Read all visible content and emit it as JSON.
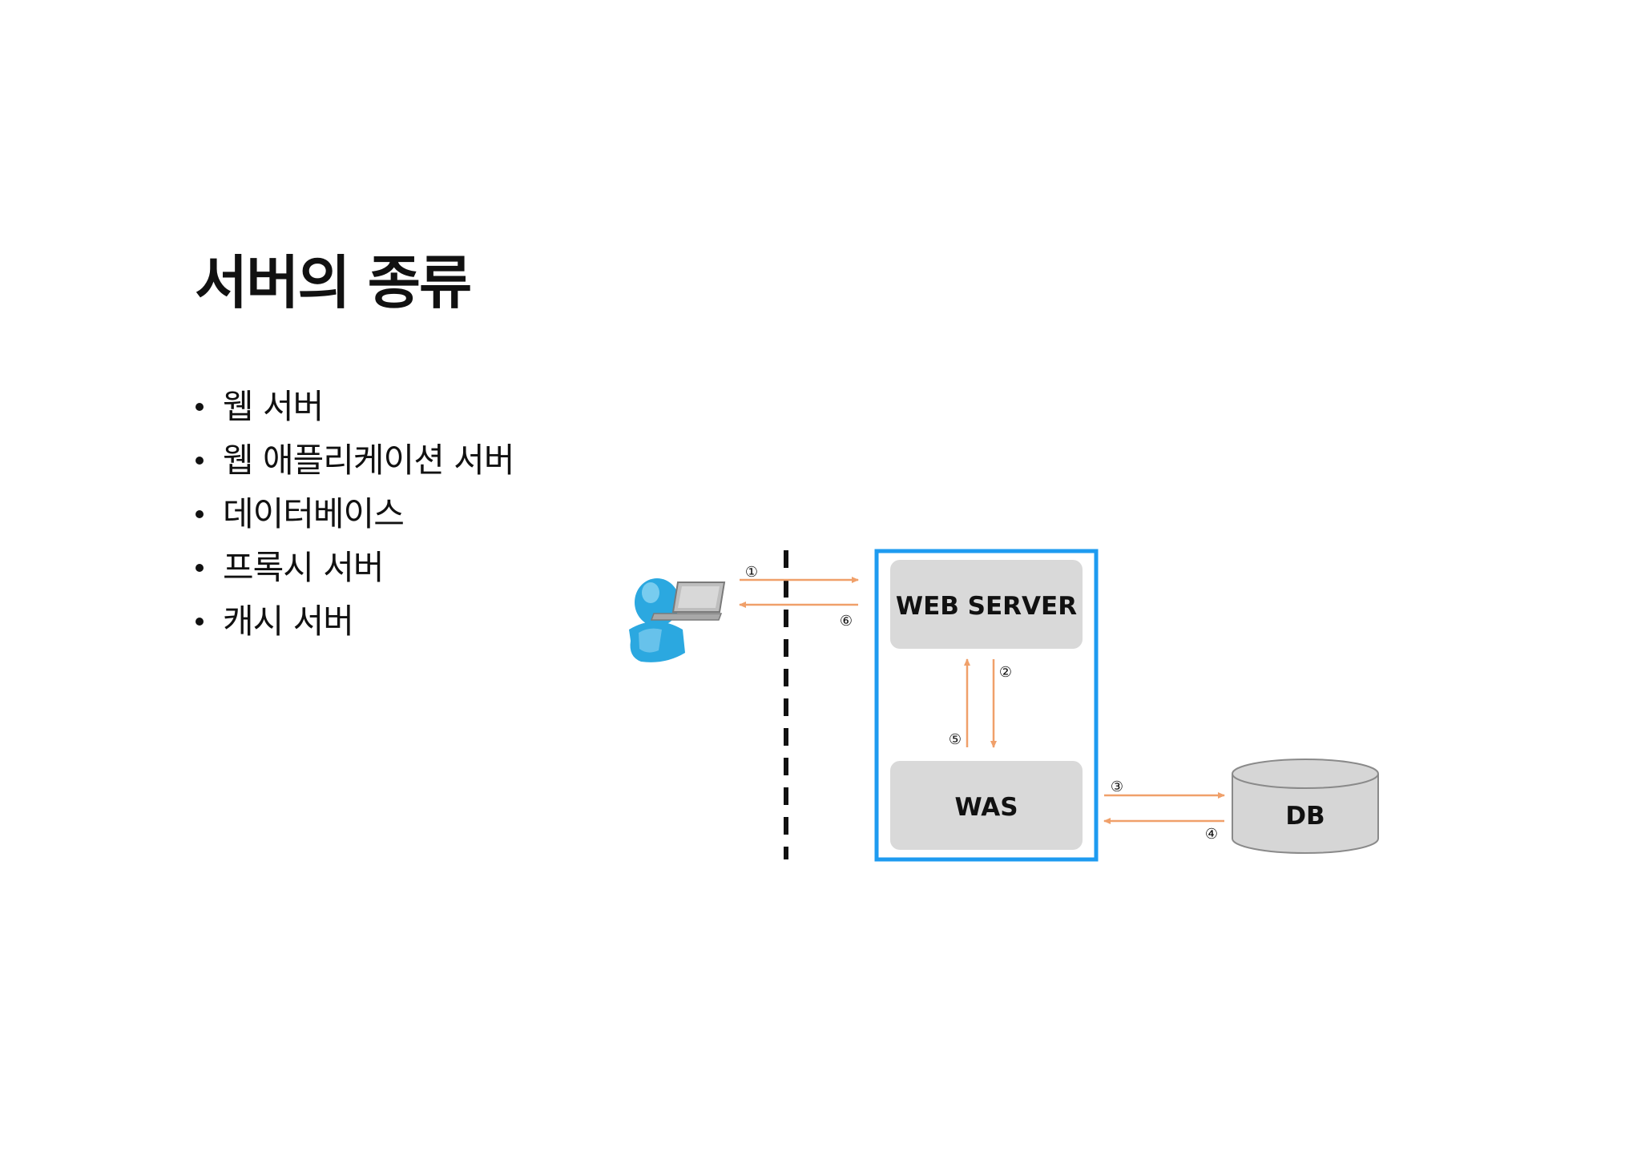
{
  "slide": {
    "title": "서버의 종류",
    "bullets": [
      "웹 서버",
      "웹 애플리케이션 서버",
      "데이터베이스",
      "프록시 서버",
      "캐시 서버"
    ]
  },
  "diagram": {
    "web_server_label": "WEB SERVER",
    "was_label": "WAS",
    "db_label": "DB",
    "steps": {
      "s1": "①",
      "s2": "②",
      "s3": "③",
      "s4": "④",
      "s5": "⑤",
      "s6": "⑥"
    },
    "colors": {
      "arrow": "#F0A06A",
      "server_frame": "#1E9BF0",
      "box_fill": "#D9D9D9",
      "db_fill": "#D6D6D6",
      "user_blue": "#2BA8E0"
    },
    "icons": [
      "user-with-laptop-icon"
    ]
  }
}
